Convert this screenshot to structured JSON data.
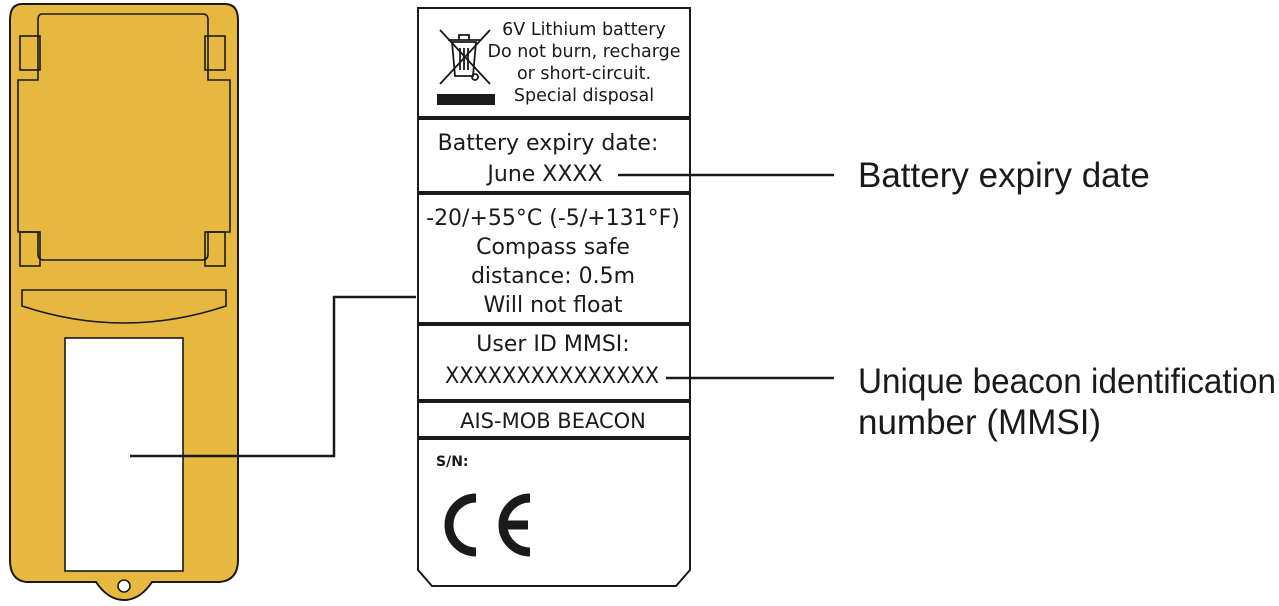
{
  "label": {
    "battery_section": [
      "6V Lithium battery",
      "Do not burn, recharge",
      "or short-circuit.",
      "Special disposal"
    ],
    "expiry_section": [
      "Battery expiry date:",
      "June XXXX"
    ],
    "specs_section": [
      "-20/+55°C (-5/+131°F)",
      "Compass safe",
      "distance: 0.5m",
      "Will not float"
    ],
    "mmsi_section": [
      "User ID MMSI:",
      "XXXXXXXXXXXXXXX"
    ],
    "product_name": "AIS-MOB BEACON",
    "serial_label": "S/N:",
    "ce_mark": "CE",
    "weee_icon": "crossed-out-wheelie-bin-icon"
  },
  "callouts": {
    "expiry": "Battery expiry date",
    "mmsi_line1": "Unique beacon identification",
    "mmsi_line2": "number (MMSI)"
  },
  "colors": {
    "beacon_body": "#E6B83F",
    "outline": "#1a1a1a",
    "label_bg": "#ffffff"
  }
}
